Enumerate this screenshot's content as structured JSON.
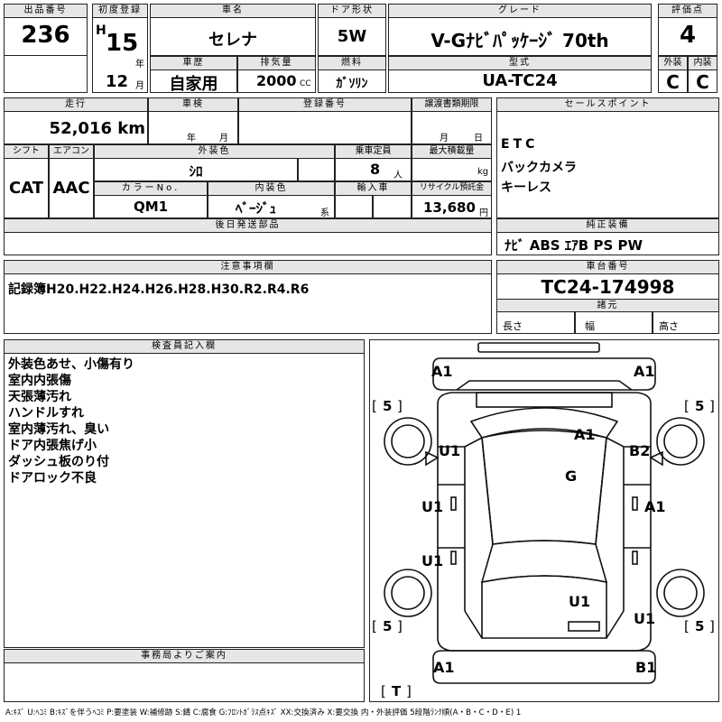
{
  "header": {
    "lot_label": "出品番号",
    "lot_no": "236",
    "first_reg_label": "初度登録",
    "era": "H",
    "year": "15",
    "year_unit": "年",
    "month": "12",
    "month_unit": "月",
    "car_name_label": "車名",
    "car_name": "セレナ",
    "door_label": "ドア形状",
    "door": "5W",
    "grade_label": "グレード",
    "grade": "V-Gﾅﾋﾞﾊﾟｯｹｰｼﾞ 70th",
    "score_label": "評価点",
    "score": "4",
    "history_label": "車歴",
    "history": "自家用",
    "displacement_label": "排気量",
    "displacement": "2000",
    "displacement_unit": "CC",
    "fuel_label": "燃料",
    "fuel": "ｶﾞｿﾘﾝ",
    "model_label": "型式",
    "model": "UA-TC24",
    "exterior_label": "外装",
    "exterior": "C",
    "interior_label": "内装",
    "interior": "C"
  },
  "specs": {
    "mileage_label": "走行",
    "mileage": "52,016 km",
    "inspection_label": "車検",
    "inspection_year": "年",
    "inspection_month": "月",
    "plate_label": "登録番号",
    "transfer_label": "譲渡書類期限",
    "transfer_month": "月",
    "transfer_day": "日",
    "shift_label": "シフト",
    "shift": "CAT",
    "ac_label": "エアコン",
    "ac": "AAC",
    "color_label": "外装色",
    "color": "ｼﾛ",
    "capacity_label": "乗車定員",
    "capacity": "8",
    "capacity_unit": "人",
    "max_load_label": "最大積載量",
    "max_load_unit": "kg",
    "color_no_label": "カラーNo.",
    "color_no": "QM1",
    "int_color_label": "内装色",
    "int_color": "ﾍﾞｰｼﾞｭ",
    "int_color_unit": "系",
    "import_label": "輸入車",
    "recycle_label": "リサイクル預託金",
    "recycle": "13,680",
    "recycle_unit": "円",
    "later_parts_label": "後日発送部品"
  },
  "sales": {
    "label": "セールスポイント",
    "items": [
      "ETC",
      "バックカメラ",
      "キーレス"
    ]
  },
  "equipment": {
    "label": "純正装備",
    "value": "ﾅﾋﾞ ABS ｴｱB PS PW"
  },
  "notice": {
    "label": "注意事項欄",
    "value": "記録簿H20.H22.H24.H26.H28.H30.R2.R4.R6"
  },
  "chassis": {
    "label": "車台番号",
    "value": "TC24-174998",
    "dims_label": "諸元",
    "length": "長さ",
    "width": "幅",
    "height": "高さ"
  },
  "inspector": {
    "label": "検査員記入欄",
    "lines": [
      "外装色あせ、小傷有り",
      "室内内張傷",
      "天張薄汚れ",
      "ハンドルすれ",
      "室内薄汚れ、臭い",
      "ドア内張焦げ小",
      "ダッシュ板のり付",
      "ドアロック不良"
    ]
  },
  "office": {
    "label": "事務局よりご案内"
  },
  "diagram": {
    "marks": {
      "front_left": "A1",
      "front_right": "A1",
      "hood": "A1",
      "left_fender": "U1",
      "right_fender": "B2",
      "roof": "G",
      "left_front_door": "U1",
      "right_front_door": "A1",
      "left_rear_door": "U1",
      "rear_roof": "U1",
      "right_quarter": "U1",
      "rear_left": "A1",
      "rear_right": "B1"
    },
    "tires": [
      "5",
      "5",
      "5",
      "5"
    ],
    "spare": "T"
  },
  "legend": "A:ｷｽﾞ U:ﾍｺﾐ B:ｷｽﾞを伴うﾍｺﾐ P:要塗装 W:補修跡 S:錆 C:腐食 G:ﾌﾛﾝﾄｶﾞﾗｽ点ｷｽﾞ XX:交換済み X:要交換 内・外装評価 5段階ﾗﾝｸ順(A・B・C・D・E) 1"
}
